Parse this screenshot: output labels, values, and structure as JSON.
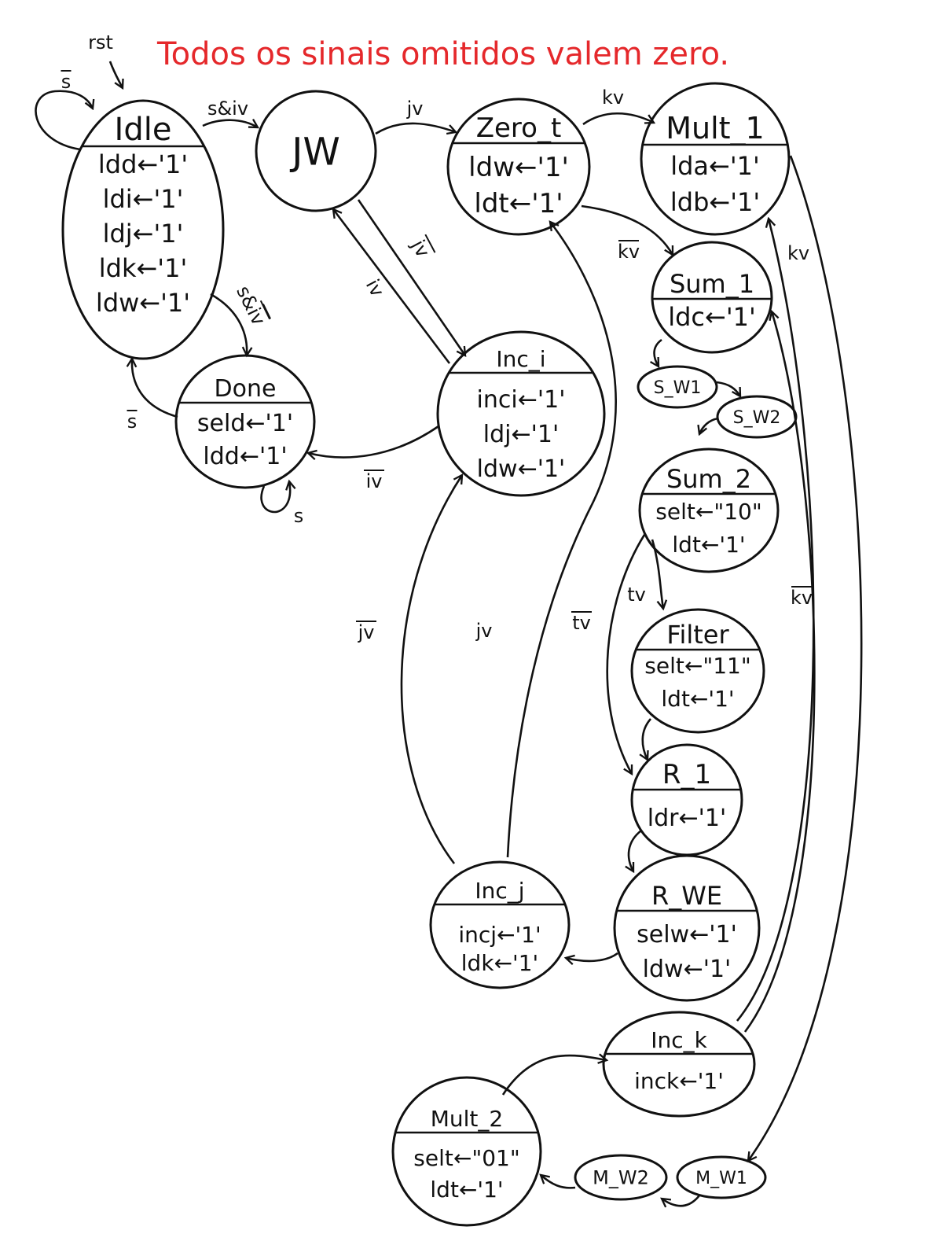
{
  "note": "Todos os sinais omitidos valem zero.",
  "reset_label": "rst",
  "states": {
    "idle": {
      "name": "Idle",
      "actions": [
        "ldd←'1'",
        "ldi←'1'",
        "ldj←'1'",
        "ldk←'1'",
        "ldw←'1'"
      ]
    },
    "jw": {
      "name": "JW",
      "actions": []
    },
    "zero_t": {
      "name": "Zero_t",
      "actions": [
        "ldw←'1'",
        "ldt←'1'"
      ]
    },
    "mult_1": {
      "name": "Mult_1",
      "actions": [
        "lda←'1'",
        "ldb←'1'"
      ]
    },
    "sum_1": {
      "name": "Sum_1",
      "actions": [
        "ldc←'1'"
      ]
    },
    "s_w1": {
      "name": "S_W1",
      "actions": []
    },
    "s_w2": {
      "name": "S_W2",
      "actions": []
    },
    "sum_2": {
      "name": "Sum_2",
      "actions": [
        "selt←\"10\"",
        "ldt←'1'"
      ]
    },
    "filter": {
      "name": "Filter",
      "actions": [
        "selt←\"11\"",
        "ldt←'1'"
      ]
    },
    "r_1": {
      "name": "R_1",
      "actions": [
        "ldr←'1'"
      ]
    },
    "r_we": {
      "name": "R_WE",
      "actions": [
        "selw←'1'",
        "ldw←'1'"
      ]
    },
    "inc_i": {
      "name": "Inc_i",
      "actions": [
        "inci←'1'",
        "ldj←'1'",
        "ldw←'1'"
      ]
    },
    "inc_j": {
      "name": "Inc_j",
      "actions": [
        "incj←'1'",
        "ldk←'1'"
      ]
    },
    "inc_k": {
      "name": "Inc_k",
      "actions": [
        "inck←'1'"
      ]
    },
    "done": {
      "name": "Done",
      "actions": [
        "seld←'1'",
        "ldd←'1'"
      ]
    },
    "mult_2": {
      "name": "Mult_2",
      "actions": [
        "selt←\"01\"",
        "ldt←'1'"
      ]
    },
    "m_w1": {
      "name": "M_W1",
      "actions": []
    },
    "m_w2": {
      "name": "M_W2",
      "actions": []
    }
  },
  "transitions": [
    {
      "id": "idle_self",
      "from": "Idle",
      "to": "Idle",
      "label": "s",
      "bar": "s"
    },
    {
      "id": "idle_jw",
      "from": "Idle",
      "to": "JW",
      "label": "s&iv",
      "bar": ""
    },
    {
      "id": "idle_done",
      "from": "Idle",
      "to": "Done",
      "label": "s&iv",
      "bar": "iv"
    },
    {
      "id": "done_idle",
      "from": "Done",
      "to": "Idle",
      "label": "s",
      "bar": "s"
    },
    {
      "id": "done_self",
      "from": "Done",
      "to": "Done",
      "label": "s",
      "bar": ""
    },
    {
      "id": "jw_zero",
      "from": "JW",
      "to": "Zero_t",
      "label": "jv",
      "bar": ""
    },
    {
      "id": "jw_inci",
      "from": "JW",
      "to": "Inc_i",
      "label": "jv",
      "bar": "jv"
    },
    {
      "id": "inci_jw",
      "from": "Inc_i",
      "to": "JW",
      "label": "iv",
      "bar": ""
    },
    {
      "id": "inci_done",
      "from": "Inc_i",
      "to": "Done",
      "label": "iv",
      "bar": "iv"
    },
    {
      "id": "zero_m1",
      "from": "Zero_t",
      "to": "Mult_1",
      "label": "kv",
      "bar": ""
    },
    {
      "id": "zero_s1",
      "from": "Zero_t",
      "to": "Sum_1",
      "label": "kv",
      "bar": "kv"
    },
    {
      "id": "s1_sw1",
      "from": "Sum_1",
      "to": "S_W1",
      "label": "",
      "bar": ""
    },
    {
      "id": "sw1_sw2",
      "from": "S_W1",
      "to": "S_W2",
      "label": "",
      "bar": ""
    },
    {
      "id": "sw2_s2",
      "from": "S_W2",
      "to": "Sum_2",
      "label": "",
      "bar": ""
    },
    {
      "id": "s2_filter",
      "from": "Sum_2",
      "to": "Filter",
      "label": "tv",
      "bar": ""
    },
    {
      "id": "s2_r1",
      "from": "Sum_2",
      "to": "R_1",
      "label": "tv",
      "bar": "tv"
    },
    {
      "id": "filt_r1",
      "from": "Filter",
      "to": "R_1",
      "label": "",
      "bar": ""
    },
    {
      "id": "r1_rwe",
      "from": "R_1",
      "to": "R_WE",
      "label": "",
      "bar": ""
    },
    {
      "id": "rwe_incj",
      "from": "R_WE",
      "to": "Inc_j",
      "label": "",
      "bar": ""
    },
    {
      "id": "incj_inci",
      "from": "Inc_j",
      "to": "Inc_i",
      "label": "jv",
      "bar": "jv"
    },
    {
      "id": "incj_zero",
      "from": "Inc_j",
      "to": "Zero_t",
      "label": "jv",
      "bar": ""
    },
    {
      "id": "m1_mw1",
      "from": "Mult_1",
      "to": "M_W1",
      "label": "",
      "bar": ""
    },
    {
      "id": "mw1_mw2",
      "from": "M_W1",
      "to": "M_W2",
      "label": "",
      "bar": ""
    },
    {
      "id": "mw2_m2",
      "from": "M_W2",
      "to": "Mult_2",
      "label": "",
      "bar": ""
    },
    {
      "id": "m2_inck",
      "from": "Mult_2",
      "to": "Inc_k",
      "label": "",
      "bar": ""
    },
    {
      "id": "inck_m1",
      "from": "Inc_k",
      "to": "Mult_1",
      "label": "kv",
      "bar": ""
    },
    {
      "id": "inck_s1",
      "from": "Inc_k",
      "to": "Sum_1",
      "label": "kv",
      "bar": "kv"
    }
  ]
}
